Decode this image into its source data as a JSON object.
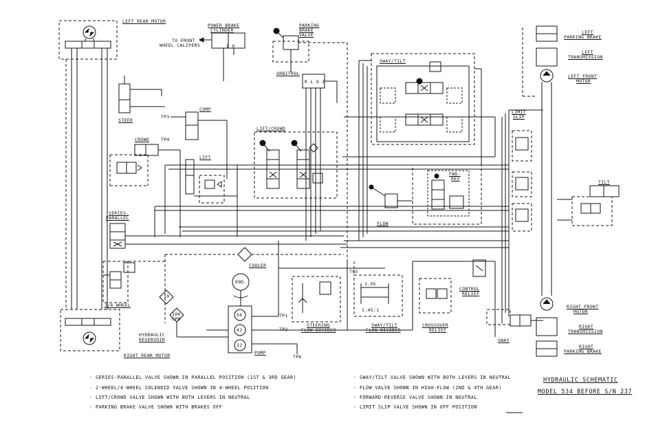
{
  "title": {
    "line1": "HYDRAULIC SCHEMATIC",
    "line2": "MODEL 534 BEFORE S/N 237"
  },
  "labels": {
    "left_rear_motor": "LEFT REAR MOTOR",
    "power_brake_cylinder_1": "POWER BRAKE",
    "power_brake_cylinder_2": "CYLINDER",
    "to_front_wheel_1": "TO FRONT",
    "to_front_wheel_2": "WHEEL CALIPERS",
    "parking_brake_valve_1": "PARKING",
    "parking_brake_valve_2": "BRAKE",
    "parking_brake_valve_3": "VALVE",
    "left_parking_brake_1": "LEFT",
    "left_parking_brake_2": "PARKING BRAKE",
    "left_transmission_1": "LEFT",
    "left_transmission_2": "TRANSMISSION",
    "left_front_motor_1": "LEFT FRONT",
    "left_front_motor_2": "MOTOR",
    "orbitrol": "ORBITROL",
    "rloi": "R L O I",
    "io": "I O",
    "sway_tilt": "SWAY/TILT",
    "steer": "STEER",
    "comp": "COMP",
    "tp3": "TP3",
    "tp4": "TP4",
    "crowd": "CROWD",
    "lift_crowd": "LIFT/CROWD",
    "lift": "LIFT",
    "limit_slip_1": "LIMIT",
    "limit_slip_2": "SLIP",
    "fwd_rev_1": "FWD-",
    "fwd_rev_2": "REV",
    "tilt": "TILT",
    "series_parallel_1": "SERIES-",
    "series_parallel_2": "PARALLEL",
    "flow": "FLOW",
    "cooler": "COOLER",
    "eng": "ENG.",
    "tp5": "TP5",
    "two_four_wheel": "2/4 WHEEL",
    "hydraulic_reservoir_1": "HYDRAULIC",
    "hydraulic_reservoir_2": "RESERVOIR",
    "right_rear_motor": "RIGHT REAR MOTOR",
    "pump": "PUMP",
    "tp1": "TP1",
    "tp2": "TP2",
    "tp6": "TP6",
    "steering_flow_divider_1": "STEERING",
    "steering_flow_divider_2": "FLOW DIVIDER",
    "sway_tilt_flow_divider_1": "SWAY/TILT",
    "sway_tilt_flow_divider_2": "FLOW DIVIDER",
    "crossover_relief_1": "CROSSOVER",
    "crossover_relief_2": "RELIEF",
    "control_relief_1": "CONTROL",
    "control_relief_2": "RELIEF",
    "sway": "SWAY",
    "right_front_motor_1": "RIGHT FRONT",
    "right_front_motor_2": "MOTOR",
    "right_transmission_1": "RIGHT",
    "right_transmission_2": "TRANSMISSION",
    "right_parking_brake_1": "RIGHT",
    "right_parking_brake_2": "PARKING BRAKE",
    "ratio_195": "1.95",
    "ratio_145": "1.45:1",
    "pump_56": "56",
    "pump_42": "42",
    "pump_32": "32",
    "filter_10": "10",
    "filter_100": "100",
    "gpm": "GPM"
  },
  "notes_left": [
    "- SERIES-PARALLEL VALVE SHOWN IN PARALLEL POSITION (1ST & 3RD GEAR)",
    "- 2-WHEEL/4-WHEEL SOLENOID VALVE SHOWN IN 4-WHEEL POSITION",
    "- LIFT/CROWD VALVE SHOWN WITH BOTH LEVERS IN NEUTRAL",
    "- PARKING BRAKE VALVE SHOWN WITH BRAKES OFF"
  ],
  "notes_right": [
    "- SWAY/TILT VALVE SHOWN WITH BOTH LEVERS IN NEUTRAL",
    "- FLOW VALVE SHOWN IN HIGH-FLOW (2ND & 4TH GEAR)",
    "- FORWARD-REVERSE VALVE SHOWN IN NEUTRAL",
    "- LIMIT SLIP VALVE SHOWN IN OFF POSITION"
  ],
  "colors": {
    "ink": "#111111",
    "paper": "#ffffff"
  }
}
